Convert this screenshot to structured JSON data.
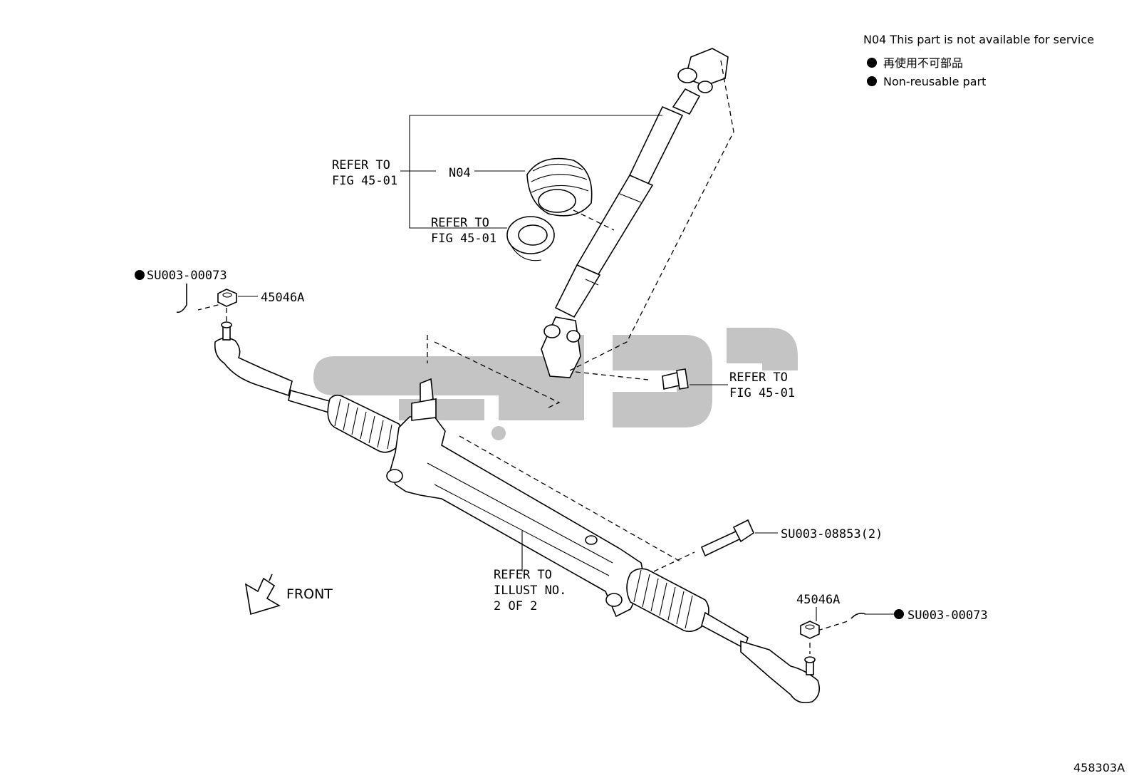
{
  "diagram_id": "458303A",
  "legend": {
    "note": "N04 This part is not available for service",
    "items": [
      "再使用不可部品",
      "Non-reusable part"
    ]
  },
  "labels": {
    "refer_fig_a": [
      "REFER TO",
      "FIG 45-01"
    ],
    "n04": "N04",
    "refer_fig_b": [
      "REFER TO",
      "FIG 45-01"
    ],
    "su_left": "SU003-00073",
    "nut_left": "45046A",
    "refer_fig_c": [
      "REFER TO",
      "FIG 45-01"
    ],
    "bolt_label": "SU003-08853(2)",
    "nut_right": "45046A",
    "su_right": "SU003-00073",
    "refer_illust": [
      "REFER TO",
      "ILLUST NO.",
      "2 OF 2"
    ],
    "front": "FRONT"
  }
}
